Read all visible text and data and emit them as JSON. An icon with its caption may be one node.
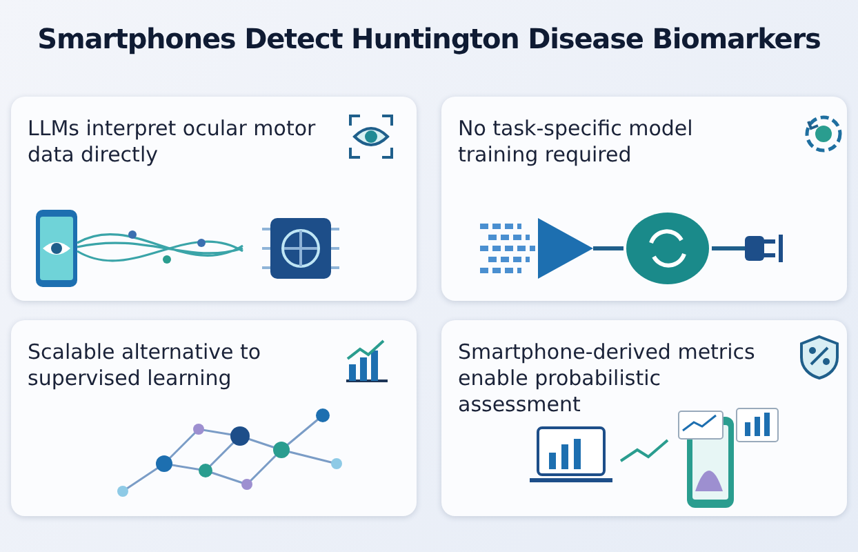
{
  "diagram": {
    "title": "Smartphones Detect Huntington Disease Biomarkers",
    "nodes": [
      {
        "text": [
          "LLMs interpret ocular motor data directly"
        ]
      },
      {
        "text": [
          "No task-specific model training required"
        ]
      },
      {
        "text": [
          "Scalable alternative to supervised learning"
        ]
      },
      {
        "text": [
          "Smartphone-derived metrics enable probabilistic assessment"
        ]
      }
    ]
  }
}
